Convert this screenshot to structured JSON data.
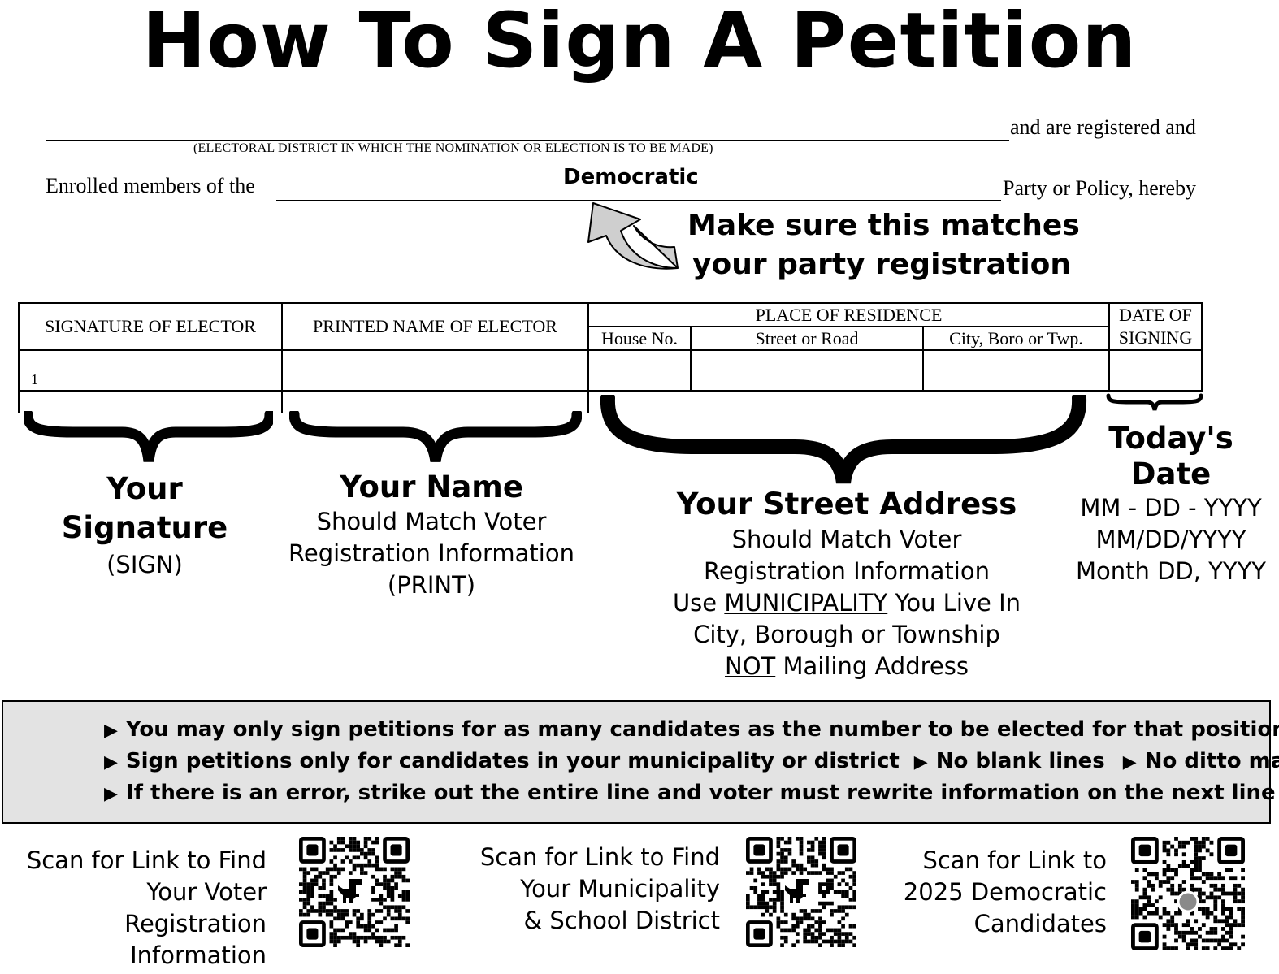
{
  "title": "How To Sign A Petition",
  "form_header": {
    "line1_right": "and are registered and",
    "line1_caption": "(ELECTORAL DISTRICT IN WHICH THE NOMINATION OR ELECTION IS TO BE MADE)",
    "line2_left": "Enrolled members of the",
    "party_value": "Democratic",
    "line2_right": "Party or Policy, hereby"
  },
  "party_note": {
    "line1": "Make sure this matches",
    "line2": "your party registration"
  },
  "table": {
    "col_signature": "SIGNATURE OF ELECTOR",
    "col_printed": "PRINTED NAME OF ELECTOR",
    "col_residence": "PLACE OF RESIDENCE",
    "col_house": "House No.",
    "col_street": "Street or Road",
    "col_city": "City, Boro or Twp.",
    "col_date_1": "DATE OF",
    "col_date_2": "SIGNING",
    "row_number": "1"
  },
  "captions": {
    "signature": {
      "head1": "Your",
      "head2": "Signature",
      "sub": "(SIGN)"
    },
    "name": {
      "head": "Your Name",
      "line1": "Should Match Voter",
      "line2": "Registration Information",
      "line3": "(PRINT)"
    },
    "address": {
      "head": "Your Street Address",
      "line1": "Should Match Voter",
      "line2": "Registration Information",
      "line3_pre": "Use ",
      "line3_u": "MUNICIPALITY",
      "line3_post": " You Live In",
      "line4": "City, Borough or Township",
      "line5_u": "NOT",
      "line5_post": " Mailing Address"
    },
    "date": {
      "head1": "Today's",
      "head2": "Date",
      "fmt1": "MM - DD - YYYY",
      "fmt2": "MM/DD/YYYY",
      "fmt3": "Month DD, YYYY"
    }
  },
  "rules": {
    "rule1": "You may only sign petitions for as many candidates as the number to be elected for that position",
    "rule2a": "Sign petitions only for candidates in your municipality or district",
    "rule2b": "No blank lines",
    "rule2c": "No ditto marks",
    "rule3": "If there is an error, strike out the entire line and voter must rewrite information on the next line"
  },
  "scan_links": {
    "voter": {
      "line1": "Scan for Link to Find",
      "line2": "Your Voter Registration",
      "line3": "Information"
    },
    "municipality": {
      "line1": "Scan for Link to Find",
      "line2": "Your Municipality",
      "line3": "& School District"
    },
    "candidates": {
      "line1": "Scan for Link to",
      "line2": "2025 Democratic",
      "line3": "Candidates"
    }
  },
  "icons": [
    "arrow-icon",
    "brace-icon",
    "triangle-bullet-icon",
    "qr-code-icon",
    "dinosaur-icon"
  ],
  "colors": {
    "notice_bg": "#e3e3e3",
    "arrow_fill": "#cfcfcf"
  }
}
